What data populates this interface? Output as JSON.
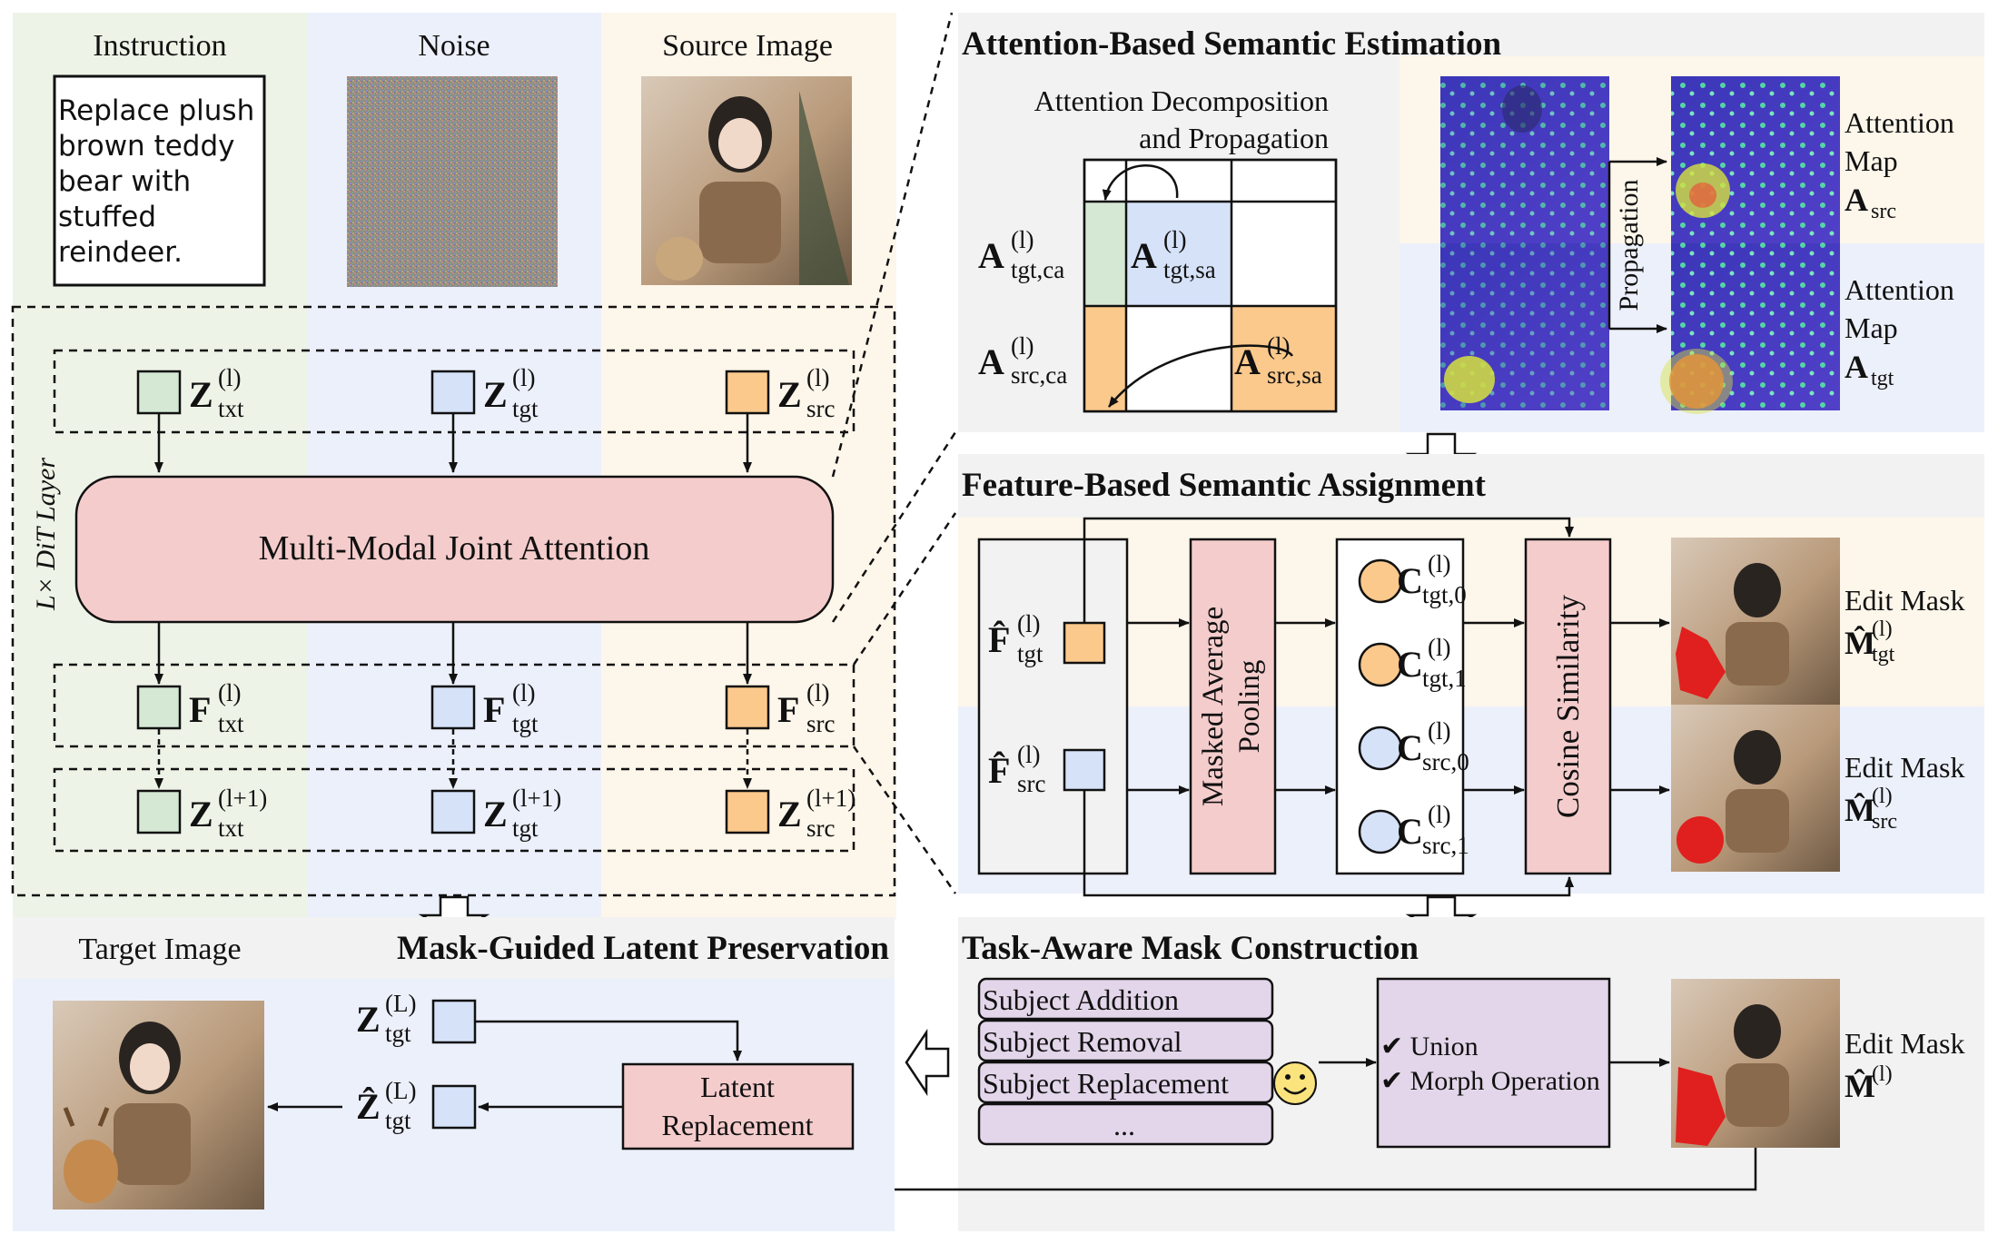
{
  "top_labels": {
    "instruction": "Instruction",
    "noise": "Noise",
    "source_image": "Source Image"
  },
  "instruction_text": [
    "Replace plush",
    "brown teddy",
    "bear with",
    "stuffed",
    "reindeer."
  ],
  "dit": {
    "layer_label": "L× DiT Layer",
    "attention_label": "Multi-Modal Joint Attention",
    "z_row": {
      "txt": [
        "Z",
        "(l)",
        "txt"
      ],
      "tgt": [
        "Z",
        "(l)",
        "tgt"
      ],
      "src": [
        "Z",
        "(l)",
        "src"
      ]
    },
    "f_row": {
      "txt": [
        "F",
        "(l)",
        "txt"
      ],
      "tgt": [
        "F",
        "(l)",
        "tgt"
      ],
      "src": [
        "F",
        "(l)",
        "src"
      ]
    },
    "z_next_row": {
      "txt": [
        "Z",
        "(l+1)",
        "txt"
      ],
      "tgt": [
        "Z",
        "(l+1)",
        "tgt"
      ],
      "src": [
        "Z",
        "(l+1)",
        "src"
      ]
    }
  },
  "attention_section": {
    "title": "Attention-Based Semantic Estimation",
    "decomp_title": [
      "Attention Decomposition",
      "and Propagation"
    ],
    "a_tgt_ca": [
      "A",
      "(l)",
      "tgt,ca"
    ],
    "a_tgt_sa": [
      "A",
      "(l)",
      "tgt,sa"
    ],
    "a_src_ca": [
      "A",
      "(l)",
      "src,ca"
    ],
    "a_src_sa": [
      "A",
      "(l)",
      "src,sa"
    ],
    "propagation": "Propagation",
    "map_src": [
      "Attention",
      "Map",
      "A",
      "src"
    ],
    "map_tgt": [
      "Attention",
      "Map",
      "A",
      "tgt"
    ]
  },
  "feature_section": {
    "title": "Feature-Based Semantic Assignment",
    "f_tgt": [
      "F̂",
      "(l)",
      "tgt"
    ],
    "f_src": [
      "F̂",
      "(l)",
      "src"
    ],
    "pooling": [
      "Masked Average",
      "Pooling"
    ],
    "c_tgt0": [
      "C",
      "(l)",
      "tgt,0"
    ],
    "c_tgt1": [
      "C",
      "(l)",
      "tgt,1"
    ],
    "c_src0": [
      "C",
      "(l)",
      "src,0"
    ],
    "c_src1": [
      "C",
      "(l)",
      "src,1"
    ],
    "cosine": "Cosine Similarity",
    "mask_tgt": [
      "Edit Mask",
      "M̂",
      "(l)",
      "tgt"
    ],
    "mask_src": [
      "Edit Mask",
      "M̂",
      "(l)",
      "src"
    ]
  },
  "task_section": {
    "title": "Task-Aware Mask Construction",
    "tasks": [
      "Subject Addition",
      "Subject Removal",
      "Subject Replacement",
      "..."
    ],
    "ops": [
      "✔ Union",
      "✔ Morph Operation"
    ],
    "final_mask": [
      "Edit Mask",
      "M̂",
      "(l)"
    ]
  },
  "latent_section": {
    "target_image": "Target Image",
    "title": "Mask-Guided Latent Preservation",
    "z_tgt_L": [
      "Z",
      "(L)",
      "tgt"
    ],
    "zhat_tgt_L": [
      "Ẑ",
      "(L)",
      "tgt"
    ],
    "replacement": [
      "Latent",
      "Replacement"
    ]
  },
  "colors": {
    "green_bg": "#edf3e6",
    "blue_bg": "#ecf0fb",
    "peach_bg": "#fdf6ea",
    "gray_bg": "#f2f2f2",
    "green_box": "#d5e8d4",
    "blue_box": "#d6e2f8",
    "orange_box": "#fbc98c",
    "pink": "#f5cccc",
    "lavender": "#e3d6ea"
  }
}
